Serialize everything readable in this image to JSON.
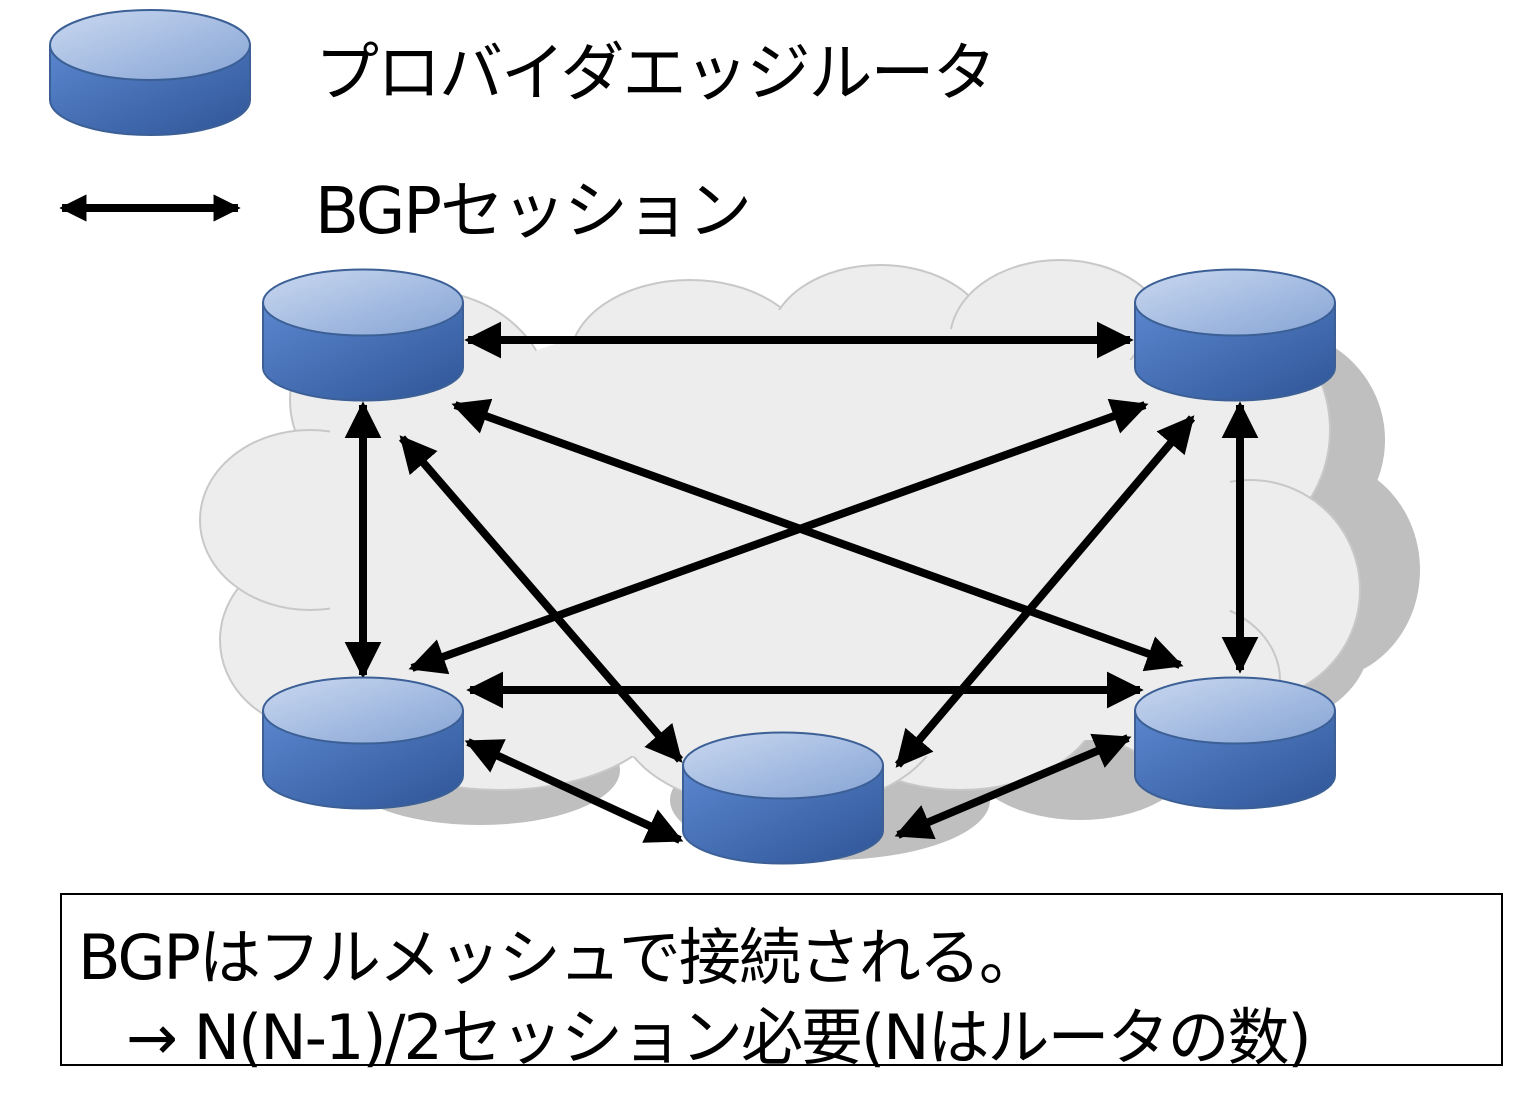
{
  "legend": {
    "router_label": "プロバイダエッジルータ",
    "session_label": "BGPセッション"
  },
  "diagram": {
    "routers": [
      {
        "id": "top-left",
        "label": ""
      },
      {
        "id": "top-right",
        "label": ""
      },
      {
        "id": "bottom-left",
        "label": ""
      },
      {
        "id": "bottom-right",
        "label": ""
      },
      {
        "id": "bottom-center",
        "label": ""
      }
    ],
    "sessions": [
      [
        "top-left",
        "top-right"
      ],
      [
        "top-left",
        "bottom-left"
      ],
      [
        "top-left",
        "bottom-right"
      ],
      [
        "top-left",
        "bottom-center"
      ],
      [
        "top-right",
        "bottom-left"
      ],
      [
        "top-right",
        "bottom-right"
      ],
      [
        "top-right",
        "bottom-center"
      ],
      [
        "bottom-left",
        "bottom-right"
      ],
      [
        "bottom-left",
        "bottom-center"
      ],
      [
        "bottom-right",
        "bottom-center"
      ]
    ],
    "router_count": 5,
    "session_count": 10,
    "colors": {
      "router_body_light": "#5b87cf",
      "router_body_dark": "#2f5597",
      "router_top_light": "#c5d5ee",
      "router_top_dark": "#8aa8d8",
      "router_stroke": "#3c6096",
      "cloud_fill": "#ededed",
      "cloud_shadow": "#bfbfbf",
      "cloud_stroke": "#c8c8c8",
      "arrow": "#000000"
    }
  },
  "note": {
    "line1": "BGPはフルメッシュで接続される。",
    "line2": "→ N(N-1)/2セッション必要(Nはルータの数)"
  }
}
